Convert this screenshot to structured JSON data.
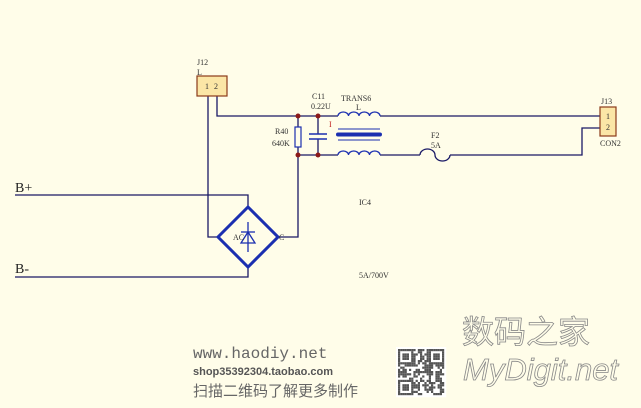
{
  "labels": {
    "j12_ref": "J12",
    "j12_val": "L",
    "j12_pin1": "1",
    "j12_pin2": "2",
    "j13_ref": "J13",
    "j13_val": "CON2",
    "j13_pin1": "1",
    "j13_pin2": "2",
    "c11_ref": "C11",
    "c11_val": "0.22U",
    "trans_ref": "TRANS6",
    "trans_val": "L",
    "r40_ref": "R40",
    "r40_val": "640K",
    "f2_ref": "F2",
    "f2_val": "5A",
    "ic4_ref": "IC4",
    "ic4_val": "5A/700V",
    "ac_label": "AC",
    "c_label": "C",
    "marker_i": "I",
    "b_plus": "B+",
    "b_minus": "B-"
  },
  "watermark": {
    "url": "www.haodiy.net",
    "shop": "shop35392304.taobao.com",
    "scan_text": "扫描二维码了解更多制作",
    "logo_cn": "数码之家",
    "logo_en": "MyDigit.net"
  },
  "colors": {
    "background": "#fffde9",
    "wire": "#1a1a66",
    "component": "#1b2fb0",
    "node": "#8b1a1a",
    "connector_fill": "#fbe6a6"
  }
}
